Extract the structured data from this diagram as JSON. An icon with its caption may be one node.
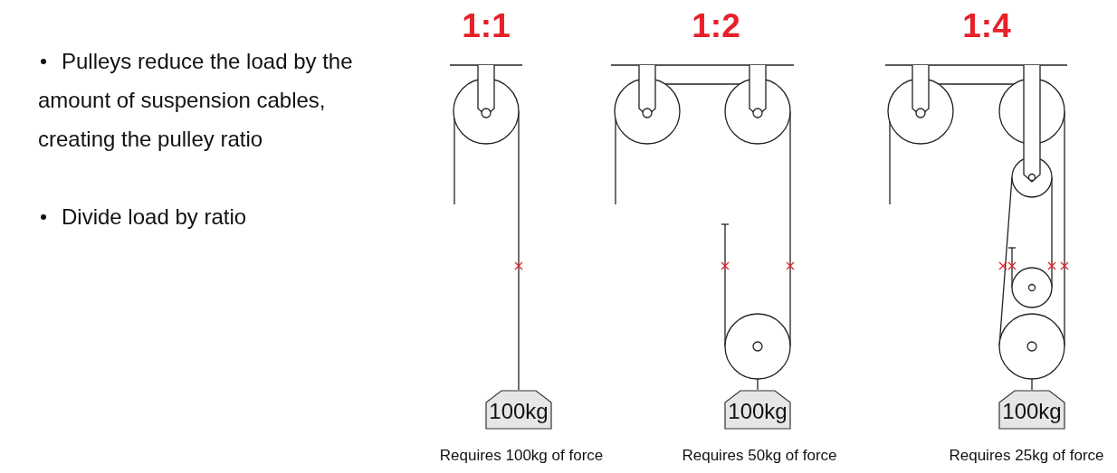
{
  "diagram": {
    "nodes": [
      {
        "text": [
          "100kg"
        ]
      },
      {
        "text": [
          "100kg"
        ]
      },
      {
        "text": [
          "100kg"
        ]
      }
    ],
    "labels": [
      "Pulleys reduce the load by the amount of suspension cables, creating the pulley ratio",
      "Divide load by ratio",
      "1:1",
      "1:2",
      "1:4",
      "Requires 100kg of force",
      "Requires 50kg of force",
      "Requires 25kg of force"
    ]
  }
}
